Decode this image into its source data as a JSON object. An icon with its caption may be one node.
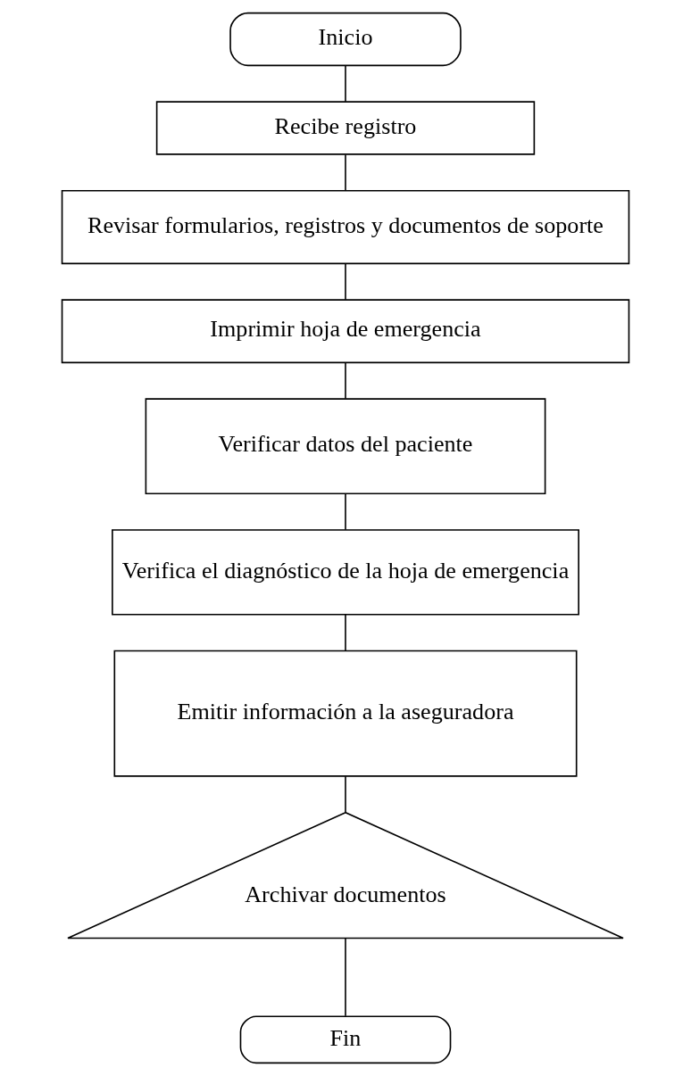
{
  "diagram": {
    "nodes": [
      {
        "text": [
          "Inicio"
        ]
      },
      {
        "text": [
          "Recibe registro"
        ]
      },
      {
        "text": [
          "Revisar formularios, registros y documentos de soporte"
        ]
      },
      {
        "text": [
          "Imprimir hoja de emergencia"
        ]
      },
      {
        "text": [
          "Verificar datos del paciente"
        ]
      },
      {
        "text": [
          "Verifica el diagnóstico de la hoja de emergencia"
        ]
      },
      {
        "text": [
          "Emitir información a la aseguradora"
        ]
      },
      {
        "text": [
          "Archivar documentos"
        ]
      },
      {
        "text": [
          "Fin"
        ]
      }
    ],
    "edges": [
      {
        "from": 0,
        "to": 1,
        "arrow": "none"
      },
      {
        "from": 1,
        "to": 2,
        "arrow": "none"
      },
      {
        "from": 2,
        "to": 3,
        "arrow": "none"
      },
      {
        "from": 3,
        "to": 4,
        "arrow": "none"
      },
      {
        "from": 4,
        "to": 5,
        "arrow": "none"
      },
      {
        "from": 5,
        "to": 6,
        "arrow": "none"
      },
      {
        "from": 6,
        "to": 7,
        "arrow": "none"
      },
      {
        "from": 7,
        "to": 8,
        "arrow": "none"
      }
    ]
  }
}
